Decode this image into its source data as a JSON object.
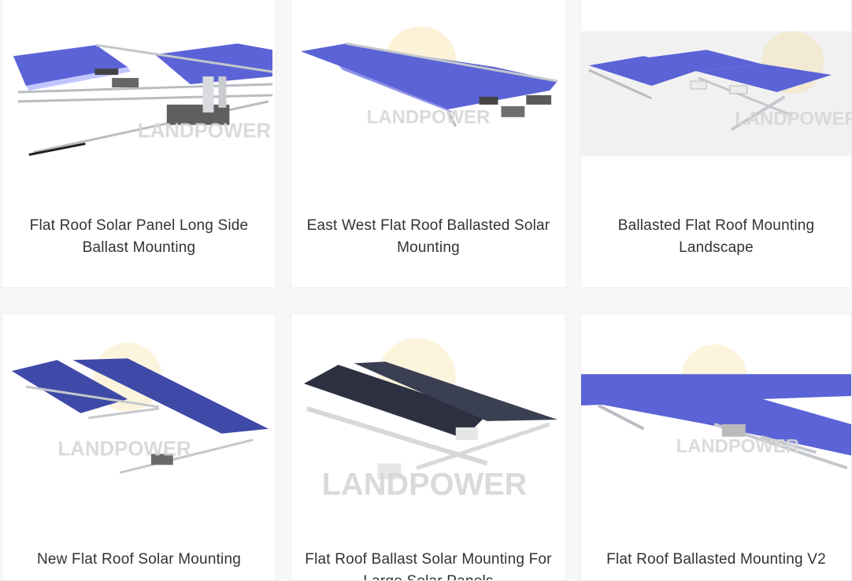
{
  "watermark": "LANDPOWER",
  "products": [
    {
      "title": "Flat Roof Solar Panel Long Side Ballast Mounting",
      "image_icon": "solar-mount-image"
    },
    {
      "title": "East West Flat Roof Ballasted Solar Mounting",
      "image_icon": "solar-mount-image"
    },
    {
      "title": "Ballasted Flat Roof Mounting Landscape",
      "image_icon": "solar-mount-image"
    },
    {
      "title": "New Flat Roof Solar Mounting",
      "image_icon": "solar-mount-image"
    },
    {
      "title": "Flat Roof Ballast Solar Mounting For Large Solar Panels",
      "image_icon": "solar-mount-image"
    },
    {
      "title": "Flat Roof Ballasted Mounting V2",
      "image_icon": "solar-mount-image"
    }
  ],
  "colors": {
    "panel": "#5b63d6",
    "panel_dark": "#2c3040",
    "rail": "#b9bcc2",
    "ballast": "#7a7a7a",
    "watermark": "#d7d7d7"
  }
}
